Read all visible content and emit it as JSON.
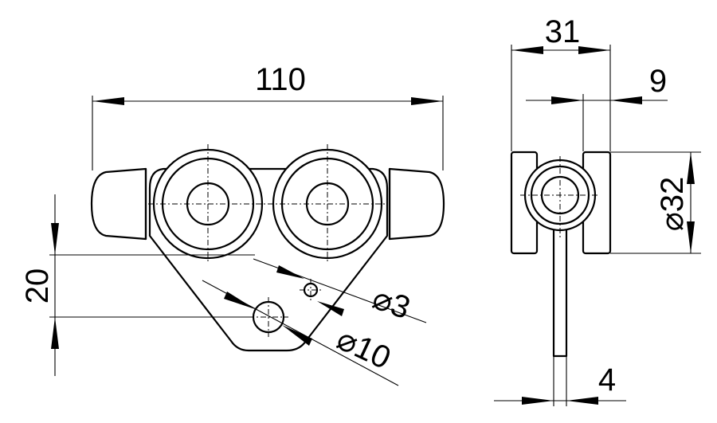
{
  "dimensions": {
    "overall_width": "110",
    "side_width": "31",
    "hub_width": "9",
    "wheel_diameter": "⌀32",
    "offset_height": "20",
    "small_hole": "⌀3",
    "large_hole": "⌀10",
    "stem_thickness": "4"
  }
}
